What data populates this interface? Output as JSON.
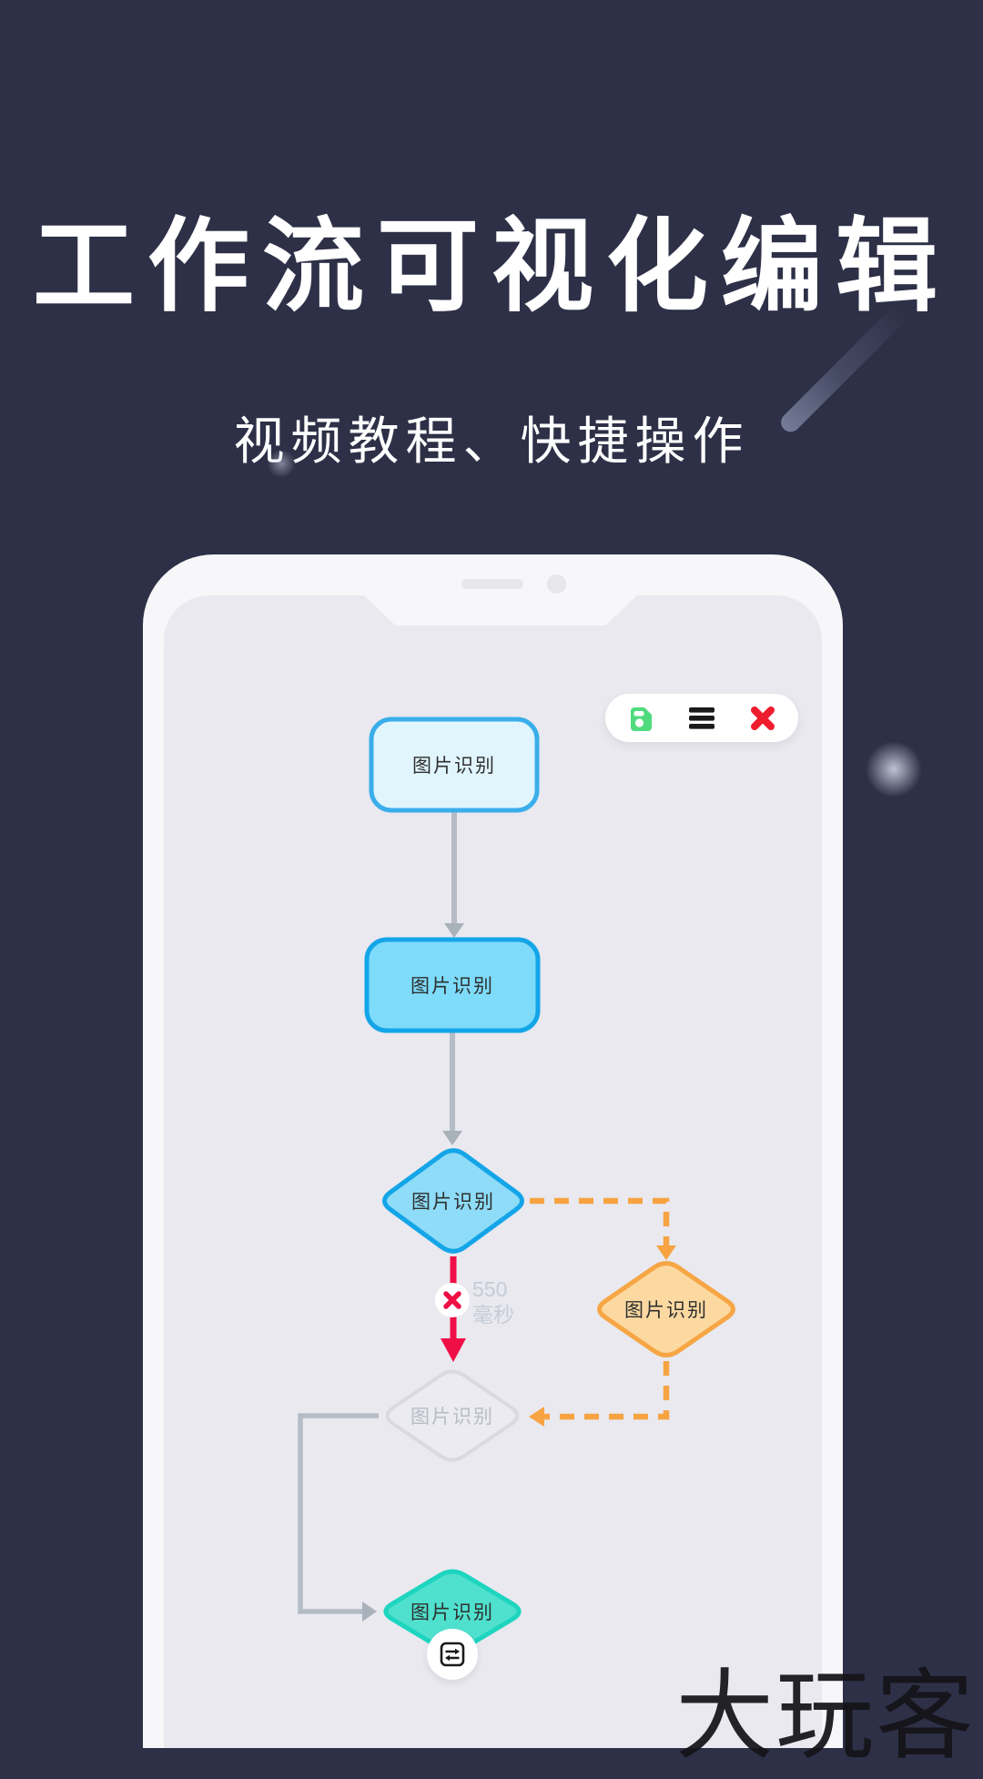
{
  "hero": {
    "title": "工作流可视化编辑",
    "subtitle": "视频教程、快捷操作"
  },
  "phone": {
    "toolbar": {
      "buttons": [
        {
          "name": "save",
          "icon": "floppy-save-icon",
          "color": "#50db7e"
        },
        {
          "name": "menu",
          "icon": "hamburger-menu-icon",
          "color": "#1a1a1a"
        },
        {
          "name": "close",
          "icon": "close-x-icon",
          "color": "#ee1d2e"
        }
      ]
    }
  },
  "flowchart": {
    "nodes": [
      {
        "id": "node-1",
        "shape": "rounded-rect",
        "variant": "light-blue",
        "label": "图片识别",
        "fill": "#e1f5fd",
        "border": "#3aaeea"
      },
      {
        "id": "node-2",
        "shape": "rounded-rect",
        "variant": "sky-blue",
        "label": "图片识别",
        "fill": "#7edbfa",
        "border": "#14a5e8"
      },
      {
        "id": "node-3",
        "shape": "diamond",
        "variant": "blue",
        "label": "图片识别",
        "fill": "#8edcf7",
        "border": "#14a5e8"
      },
      {
        "id": "node-4",
        "shape": "diamond",
        "variant": "orange",
        "label": "图片识别",
        "fill": "#fcd9a1",
        "border": "#f6a644"
      },
      {
        "id": "node-5",
        "shape": "diamond",
        "variant": "gray",
        "label": "图片识别",
        "fill": "#ebebf1",
        "border": "#d9dade"
      },
      {
        "id": "node-6",
        "shape": "diamond",
        "variant": "teal",
        "label": "图片识别",
        "fill": "#4fe1ce",
        "border": "#1ed5bf"
      }
    ],
    "edge_label": {
      "line1": "550",
      "line2": "毫秒"
    },
    "edge_colors": {
      "default": "#b5bcc5",
      "error": "#ef0f46",
      "branch": "#f7a342"
    }
  },
  "watermark": "大玩客",
  "colors": {
    "background": "#2e3047",
    "phone_frame": "#f7f7f9",
    "screen": "#e9e9ef",
    "toolbar_bg": "#ffffff"
  }
}
